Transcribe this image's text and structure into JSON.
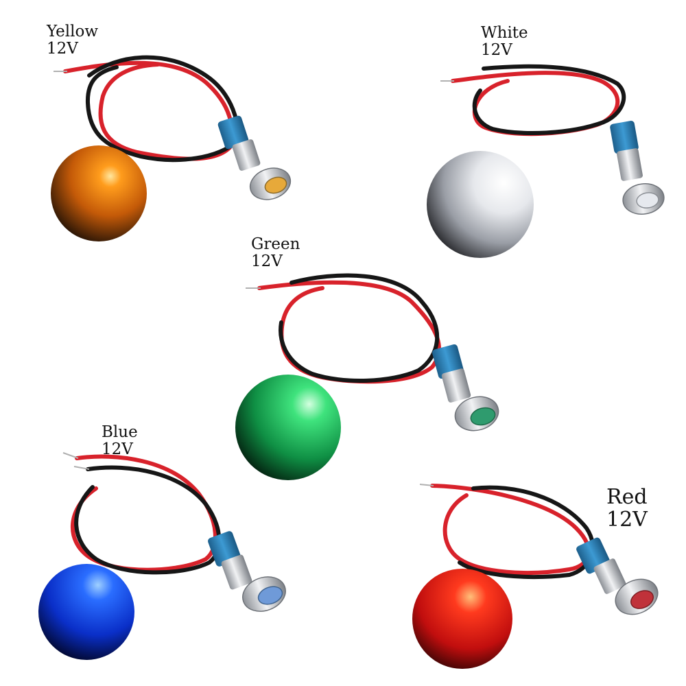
{
  "items": [
    {
      "color_name": "Yellow",
      "voltage": "12V",
      "glow": "#f39a1e",
      "lens": "#e7a93a"
    },
    {
      "color_name": "White",
      "voltage": "12V",
      "glow": "#f2f4f8",
      "lens": "#d9dde2"
    },
    {
      "color_name": "Green",
      "voltage": "12V",
      "glow": "#2fd16f",
      "lens": "#2f9b6e"
    },
    {
      "color_name": "Blue",
      "voltage": "12V",
      "glow": "#1e50ff",
      "lens": "#6f9ad8"
    },
    {
      "color_name": "Red",
      "voltage": "12V",
      "glow": "#ff2a1a",
      "lens": "#c0323a"
    }
  ],
  "colors": {
    "wire_red": "#d8222b",
    "wire_black": "#161616",
    "sleeve": "#2b7fb8",
    "metal": "#c8cbd0",
    "background": "#ffffff"
  }
}
